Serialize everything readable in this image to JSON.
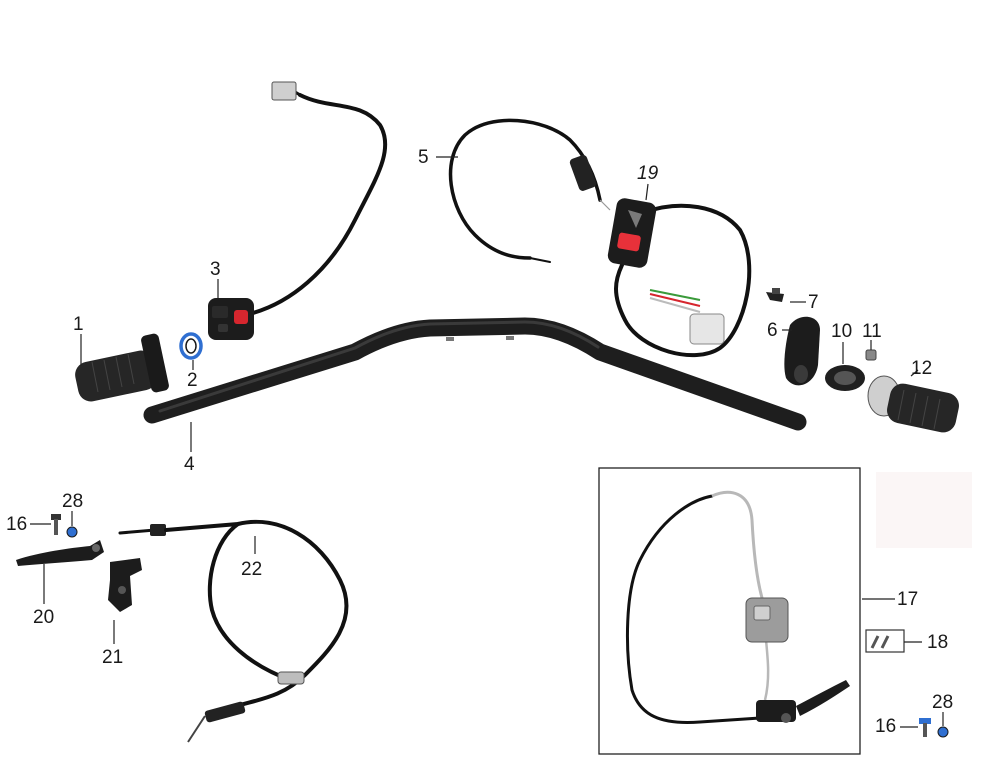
{
  "labels": {
    "p1": "1",
    "p2": "2",
    "p3": "3",
    "p4": "4",
    "p5": "5",
    "p6": "6",
    "p7": "7",
    "p10": "10",
    "p11": "11",
    "p12": "12",
    "p16a": "16",
    "p16b": "16",
    "p17": "17",
    "p18": "18",
    "p19": "19",
    "p20": "20",
    "p21": "21",
    "p22": "22",
    "p28a": "28",
    "p28b": "28"
  },
  "colors": {
    "part": "#1c1c1c",
    "switch_button": "#d6262e",
    "bracket": "#2f6fd1",
    "silver": "#b8b8b8"
  }
}
